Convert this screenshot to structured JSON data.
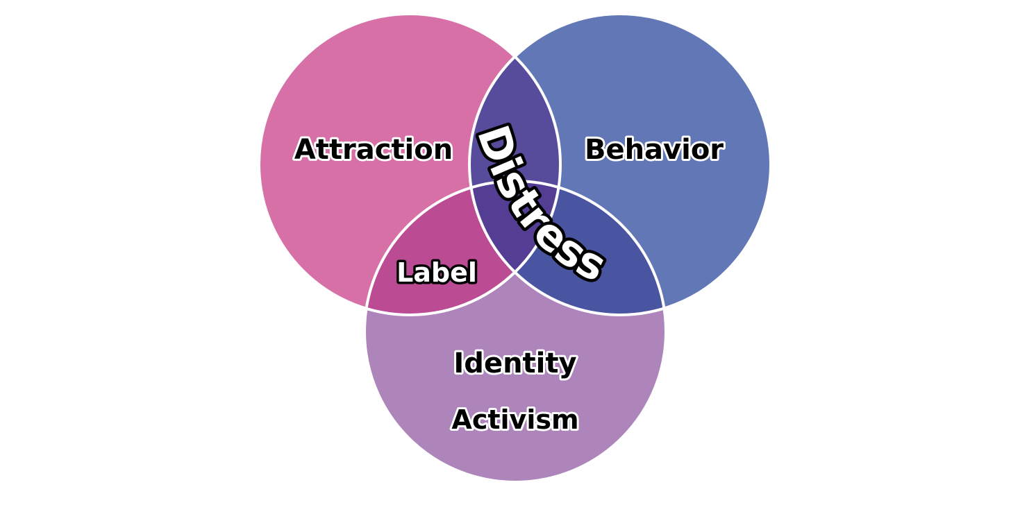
{
  "diagram": {
    "type": "venn",
    "sets": [
      {
        "id": "attraction",
        "label": "Attraction",
        "color": "#d670a6"
      },
      {
        "id": "behavior",
        "label": "Behavior",
        "color": "#6277b5"
      },
      {
        "id": "identity",
        "label": "Identity",
        "color": "#ad85bb"
      }
    ],
    "set_notes": {
      "identity_secondary": "Activism"
    },
    "intersections": [
      {
        "sets": [
          "attraction",
          "behavior"
        ],
        "color": "#574c9c"
      },
      {
        "sets": [
          "attraction",
          "identity"
        ],
        "label": "Label",
        "color": "#bb4c94"
      },
      {
        "sets": [
          "behavior",
          "identity"
        ],
        "color": "#4a55a2"
      },
      {
        "sets": [
          "attraction",
          "behavior",
          "identity"
        ],
        "color": "#533e93"
      }
    ],
    "overlay_label": "Distress",
    "outline_color": "#ffffff",
    "text_color": "#000000",
    "text_outline_color": "#ffffff"
  }
}
